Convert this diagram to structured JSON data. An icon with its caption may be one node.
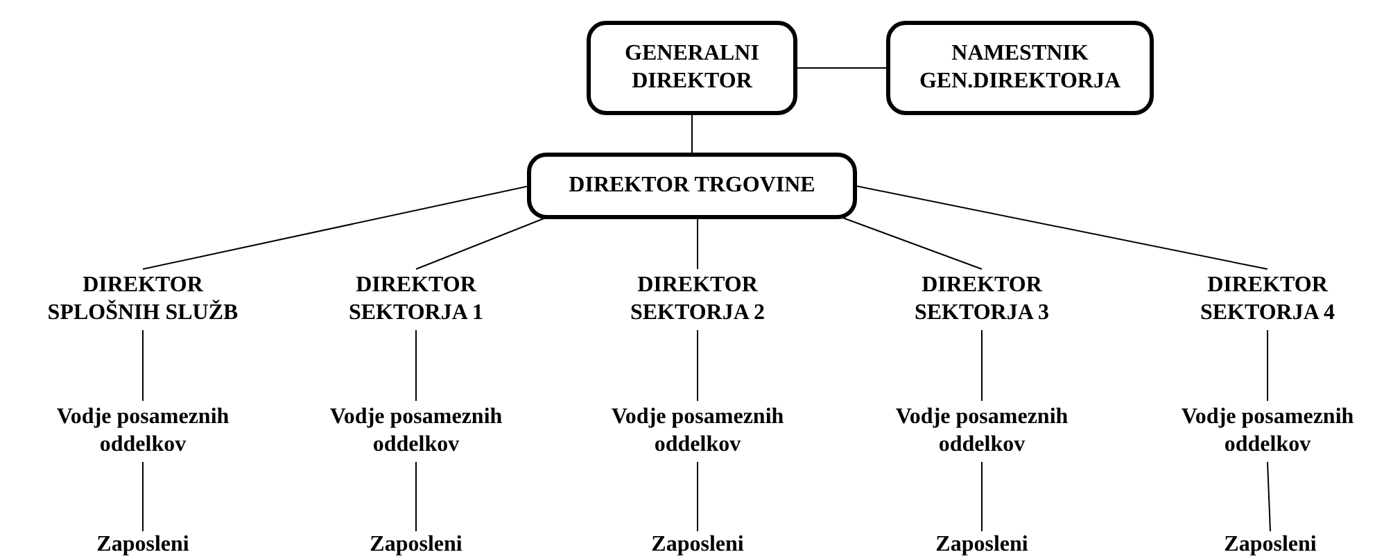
{
  "diagram": {
    "nodes": [
      {
        "text": [
          "GENERALNI DIREKTOR"
        ]
      },
      {
        "text": [
          "NAMESTNIK GEN.DIREKTORJA"
        ]
      },
      {
        "text": [
          "DIREKTOR TRGOVINE"
        ]
      },
      {
        "text": [
          "DIREKTOR SPLOŠNIH SLUŽB"
        ]
      },
      {
        "text": [
          "DIREKTOR SEKTORJA 1"
        ]
      },
      {
        "text": [
          "DIREKTOR SEKTORJA 2"
        ]
      },
      {
        "text": [
          "DIREKTOR SEKTORJA 3"
        ]
      },
      {
        "text": [
          "DIREKTOR SEKTORJA 4"
        ]
      },
      {
        "text": [
          "Vodje posameznih oddelkov"
        ]
      },
      {
        "text": [
          "Vodje posameznih oddelkov"
        ]
      },
      {
        "text": [
          "Vodje posameznih oddelkov"
        ]
      },
      {
        "text": [
          "Vodje posameznih oddelkov"
        ]
      },
      {
        "text": [
          "Vodje posameznih oddelkov"
        ]
      },
      {
        "text": [
          "Zaposleni"
        ]
      },
      {
        "text": [
          "Zaposleni"
        ]
      },
      {
        "text": [
          "Zaposleni"
        ]
      },
      {
        "text": [
          "Zaposleni"
        ]
      },
      {
        "text": [
          "Zaposleni"
        ]
      }
    ],
    "edges": [
      {
        "from": 0,
        "to": 1,
        "arrow": "none"
      },
      {
        "from": 0,
        "to": 2,
        "arrow": "none"
      },
      {
        "from": 2,
        "to": 3,
        "arrow": "none"
      },
      {
        "from": 2,
        "to": 4,
        "arrow": "none"
      },
      {
        "from": 2,
        "to": 5,
        "arrow": "none"
      },
      {
        "from": 2,
        "to": 6,
        "arrow": "none"
      },
      {
        "from": 2,
        "to": 7,
        "arrow": "none"
      },
      {
        "from": 3,
        "to": 8,
        "arrow": "none"
      },
      {
        "from": 4,
        "to": 9,
        "arrow": "none"
      },
      {
        "from": 5,
        "to": 10,
        "arrow": "none"
      },
      {
        "from": 6,
        "to": 11,
        "arrow": "none"
      },
      {
        "from": 7,
        "to": 12,
        "arrow": "none"
      },
      {
        "from": 8,
        "to": 13,
        "arrow": "none"
      },
      {
        "from": 9,
        "to": 14,
        "arrow": "none"
      },
      {
        "from": 10,
        "to": 15,
        "arrow": "none"
      },
      {
        "from": 11,
        "to": 16,
        "arrow": "none"
      },
      {
        "from": 12,
        "to": 17,
        "arrow": "none"
      }
    ]
  }
}
